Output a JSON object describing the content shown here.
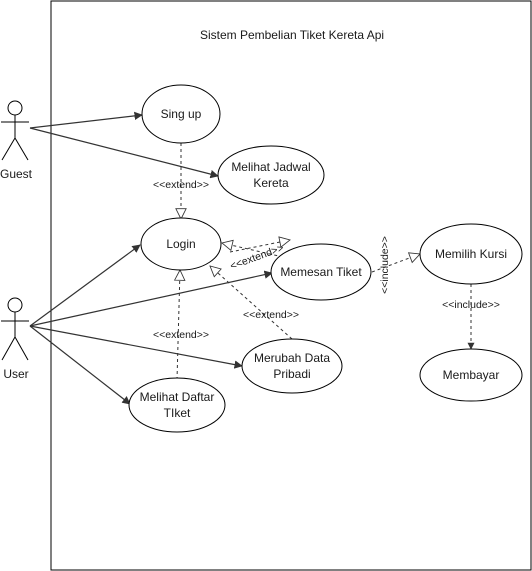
{
  "system": {
    "title": "Sistem Pembelian Tiket Kereta Api"
  },
  "actors": {
    "guest": "Guest",
    "user": "User"
  },
  "use_cases": {
    "signup": "Sing up",
    "jadwal": [
      "Melihat Jadwal",
      "Kereta"
    ],
    "login": "Login",
    "memesan": "Memesan Tiket",
    "kursi": "Memilih Kursi",
    "membayar": "Membayar",
    "merubah": [
      "Merubah Data",
      "Pribadi"
    ],
    "daftar": [
      "Melihat Daftar",
      "TIket"
    ]
  },
  "relations": {
    "extend": "<<extend>>",
    "include": "<<include>>"
  },
  "colors": {
    "line": "#333333",
    "border": "#000000",
    "background": "#ffffff"
  }
}
